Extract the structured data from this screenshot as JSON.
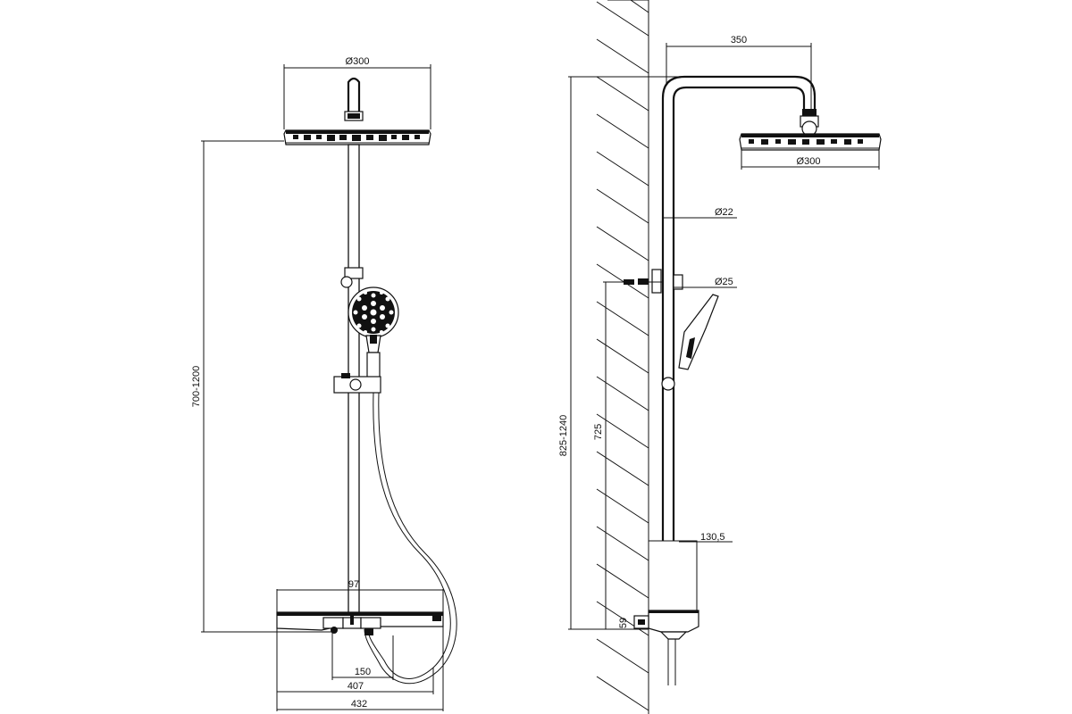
{
  "front_view": {
    "head_diameter": "Ø300",
    "height_range": "700-1200",
    "body_width": "97",
    "dist_150": "150",
    "dist_407": "407",
    "total_width": "432"
  },
  "side_view": {
    "arm_reach": "350",
    "head_diameter": "Ø300",
    "pipe_diameter": "Ø22",
    "hand_shower_diameter": "Ø25",
    "total_height": "825-1240",
    "lower_height": "725",
    "shelf_depth": "130,5",
    "base_height": "59"
  }
}
